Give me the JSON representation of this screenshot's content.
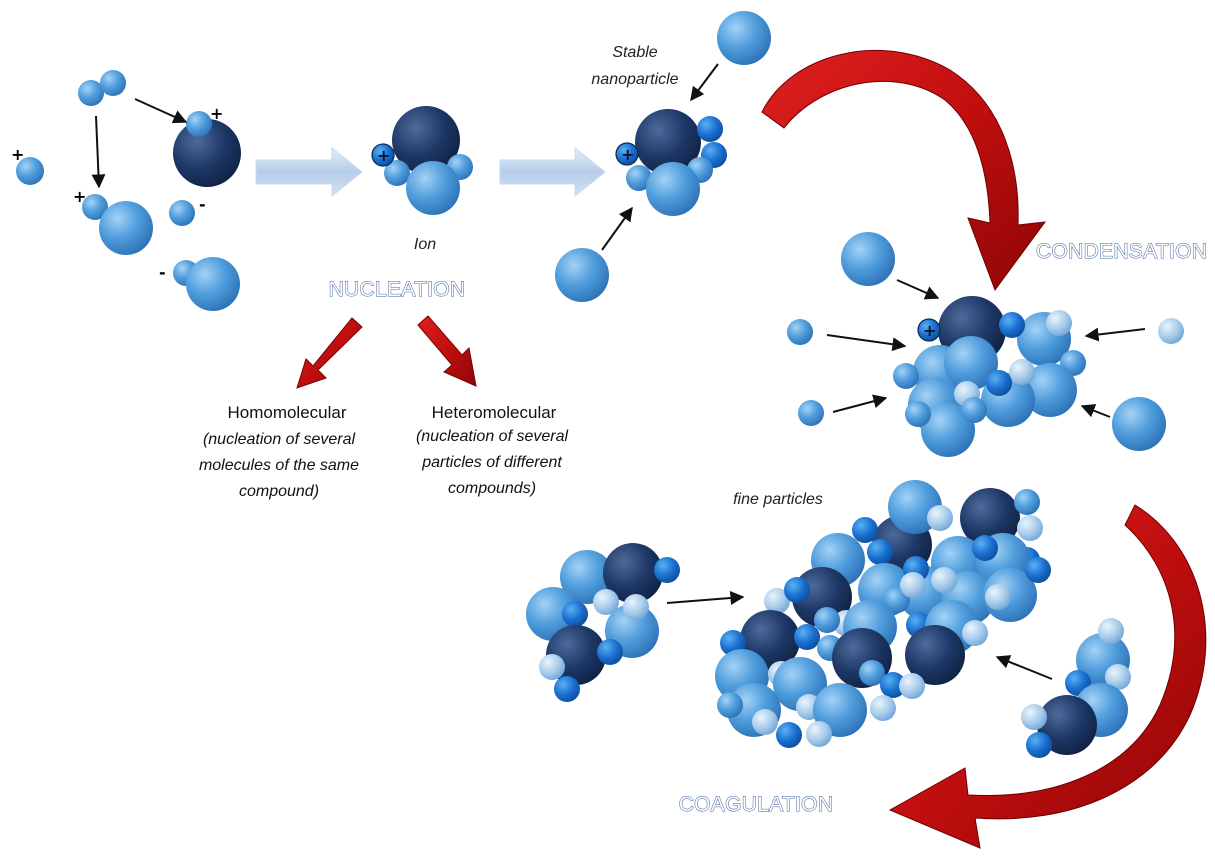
{
  "labels": {
    "nucleation": "NUCLEATION",
    "condensation": "CONDENSATION",
    "coagulation": "COAGULATION",
    "ion": "Ion",
    "stable_line1": "Stable",
    "stable_line2": "nanoparticle",
    "fine_particles": "fine particles"
  },
  "nucleation_types": {
    "homomolecular": {
      "title": "Homomolecular",
      "desc": [
        "(nucleation of several",
        "molecules of the same",
        "compound)"
      ]
    },
    "heteromolecular": {
      "title": "Heteromolecular",
      "desc": [
        "(nucleation of several",
        "particles of different",
        "compounds)"
      ]
    }
  },
  "signs": {
    "plus": "+",
    "minus": "-"
  },
  "colors": {
    "dark_navy": "#1a3560",
    "medium_blue": "#3f8fd6",
    "bright_blue": "#1a6fd0",
    "light_blue": "#a9cdec",
    "transition_arrow": "#b7cdea",
    "red_arrow": "#c81212",
    "outline_text": "#3a5f9a"
  }
}
